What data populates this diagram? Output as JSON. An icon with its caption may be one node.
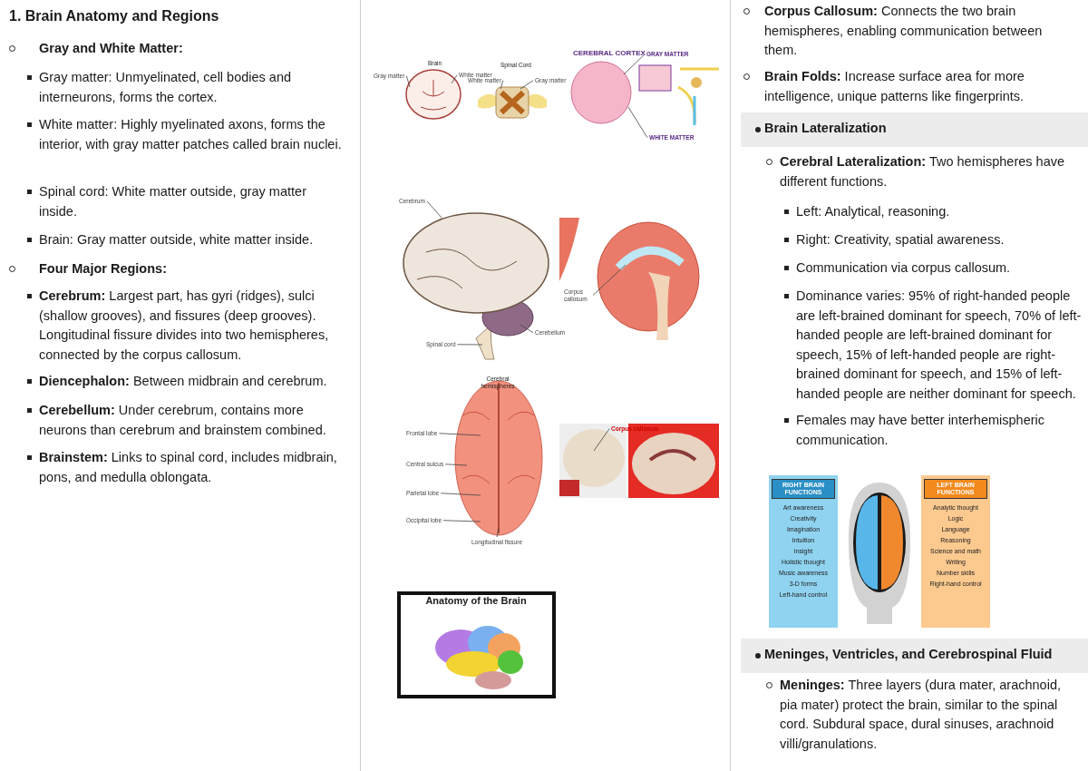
{
  "diagram": {
    "title": "1. Brain Anatomy and Regions",
    "nodes": [
      {
        "text": [
          "Brain Lateralization"
        ]
      },
      {
        "text": [
          "RIGHT BRAIN FUNCTIONS",
          "Art awareness",
          "Creativity",
          "Imagination",
          "Intuition",
          "Insight",
          "Holistic thought",
          "Music awareness",
          "3-D forms",
          "Left-hand control"
        ]
      },
      {
        "text": [
          "LEFT BRAIN FUNCTIONS",
          "Analytic thought",
          "Logic",
          "Language",
          "Reasoning",
          "Science and math",
          "Writing",
          "Number skills",
          "Right-hand control"
        ]
      },
      {
        "text": [
          "Meninges, Ventricles, and Cerebrospinal Fluid"
        ]
      },
      {
        "text": [
          "Gray matter"
        ]
      },
      {
        "text": [
          "White matter"
        ]
      },
      {
        "text": [
          "White matter"
        ]
      },
      {
        "text": [
          "Gray matter"
        ]
      },
      {
        "text": [
          "GRAY MATTER"
        ]
      },
      {
        "text": [
          "WHITE MATTER"
        ]
      },
      {
        "text": [
          "Cerebrum"
        ]
      },
      {
        "text": [
          "Cerebellum"
        ]
      },
      {
        "text": [
          "Spinal cord"
        ]
      },
      {
        "text": [
          "Corpus callosum"
        ]
      },
      {
        "text": [
          "Frontal lobe"
        ]
      },
      {
        "text": [
          "Central sulcus"
        ]
      },
      {
        "text": [
          "Parietal lobe"
        ]
      },
      {
        "text": [
          "Occipital lobe"
        ]
      },
      {
        "text": [
          "Longitudinal fissure"
        ]
      },
      {
        "text": [
          "Corpus callosum"
        ]
      },
      {
        "text": [],
        "shape": "picture"
      },
      {
        "text": [],
        "shape": "picture"
      },
      {
        "text": [],
        "shape": "picture"
      },
      {
        "text": [],
        "shape": "picture"
      },
      {
        "text": [],
        "shape": "picture"
      },
      {
        "text": [],
        "shape": "picture"
      },
      {
        "text": [],
        "shape": "picture"
      }
    ],
    "edges": [
      {
        "from": 4,
        "to": 20,
        "arrow": "none"
      },
      {
        "from": 5,
        "to": 20,
        "arrow": "none"
      },
      {
        "from": 6,
        "to": 21,
        "arrow": "none"
      },
      {
        "from": 7,
        "to": 21,
        "arrow": "none"
      },
      {
        "from": 8,
        "to": 22,
        "arrow": "none"
      },
      {
        "from": 9,
        "to": 22,
        "arrow": "none"
      },
      {
        "from": 10,
        "to": 23,
        "arrow": "none"
      },
      {
        "from": 11,
        "to": 23,
        "arrow": "none"
      },
      {
        "from": 12,
        "to": 23,
        "arrow": "none"
      },
      {
        "from": 13,
        "to": 24,
        "arrow": "none"
      },
      {
        "from": 14,
        "to": 25,
        "arrow": "none"
      },
      {
        "from": 15,
        "to": 25,
        "arrow": "none"
      },
      {
        "from": 16,
        "to": 25,
        "arrow": "none"
      },
      {
        "from": 17,
        "to": 25,
        "arrow": "none"
      },
      {
        "from": 18,
        "to": 25,
        "arrow": "none"
      },
      {
        "from": 19,
        "to": 26,
        "arrow": "none"
      }
    ],
    "labels": [
      "Gray and White Matter:",
      "Gray matter: Unmyelinated, cell bodies and interneurons, forms the cortex.",
      "White matter: Highly myelinated axons, forms the interior, with gray matter patches called brain nuclei.",
      "Spinal cord: White matter outside, gray matter inside.",
      "Brain: Gray matter outside, white matter inside.",
      "Four Major Regions:",
      "**Cerebrum:** Largest part, has gyri (ridges), sulci (shallow grooves), and fissures (deep grooves). Longitudinal fissure divides into two hemispheres, connected by the corpus callosum.",
      "**Diencephalon:** Between midbrain and cerebrum.",
      "**Cerebellum:** Under cerebrum, contains more neurons than cerebrum and brainstem combined.",
      "**Brainstem:** Links to spinal cord, includes midbrain, pons, and medulla oblongata.",
      "Brain",
      "Spinal Cord",
      "CEREBRAL CORTEX",
      "Cerebral hemispheres",
      "Anatomy of the Brain",
      "**Corpus Callosum:** Connects the two brain hemispheres, enabling communication between them.",
      "**Brain Folds:** Increase surface area for more intelligence, unique patterns like fingerprints.",
      "**Cerebral Lateralization:** Two hemispheres have different functions.",
      "Left: Analytical, reasoning.",
      "Right: Creativity, spatial awareness.",
      "Communication via corpus callosum.",
      "Dominance varies: 95% of right-handed people are left-brained dominant for speech, 70% of left-handed people are left-brained dominant for speech, 15% of left-handed people are right-brained dominant for speech, and 15% of left-handed people are neither dominant for speech.",
      "Females may have better interhemispheric communication.",
      "**Meninges:** Three layers (dura mater, arachnoid, pia mater) protect the brain, similar to the spinal cord. Subdural space, dural sinuses, arachnoid villi/granulations."
    ]
  }
}
